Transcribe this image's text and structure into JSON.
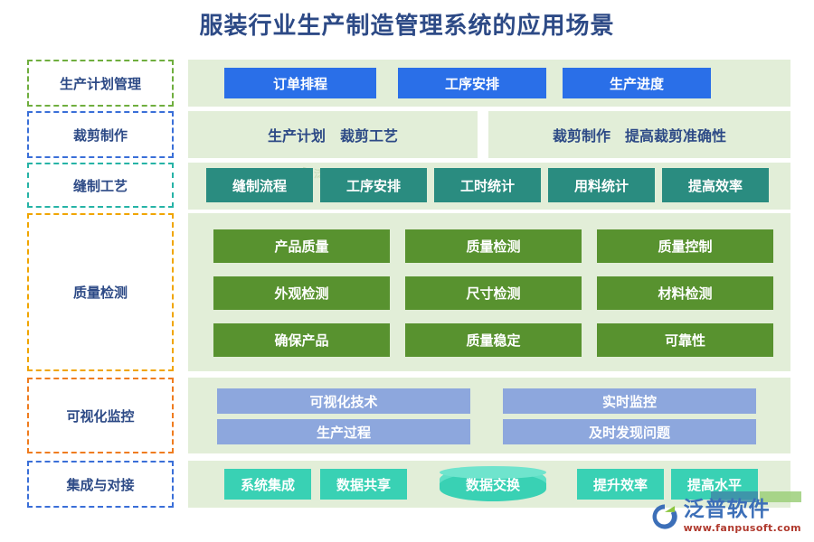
{
  "title": "服装行业生产制造管理系统的应用场景",
  "colors": {
    "title": "#2d4a86",
    "blue": "#2a6fe8",
    "teal": "#2a8c80",
    "green": "#58922f",
    "periwinkle": "#8da7dd",
    "mint": "#39d1b4",
    "panel_bg": "#e2eed8",
    "label_text": "#2d4a86",
    "border_green": "#6fae3e",
    "border_blue": "#3a6fd8",
    "border_teal": "#26b3a6",
    "border_orange": "#f0a500",
    "border_orange2": "#ef7c1f"
  },
  "rows": [
    {
      "label": "生产计划管理",
      "border_color": "#6fae3e",
      "items": [
        "订单排程",
        "工序安排",
        "生产进度"
      ]
    },
    {
      "label": "裁剪制作",
      "border_color": "#3a6fd8",
      "items": [
        "生产计划　裁剪工艺",
        "裁剪制作　提高裁剪准确性"
      ]
    },
    {
      "label": "缝制工艺",
      "border_color": "#26b3a6",
      "items": [
        "缝制流程",
        "工序安排",
        "工时统计",
        "用料统计",
        "提高效率"
      ]
    },
    {
      "label": "质量检测",
      "border_color": "#f0a500",
      "items": [
        "产品质量",
        "质量检测",
        "质量控制",
        "外观检测",
        "尺寸检测",
        "材料检测",
        "确保产品",
        "质量稳定",
        "可靠性"
      ]
    },
    {
      "label": "可视化监控",
      "border_color": "#ef7c1f",
      "items": [
        "可视化技术",
        "实时监控",
        "生产过程",
        "及时发现问题"
      ]
    },
    {
      "label": "集成与对接",
      "border_color": "#3a6fd8",
      "items": [
        "系统集成",
        "数据共享",
        "数据交换",
        "提升效率",
        "提高水平"
      ]
    }
  ],
  "watermarks": [
    {
      "text": "泛普软件"
    },
    {
      "text": "泛普软件"
    }
  ],
  "logo": {
    "name": "泛普软件",
    "url": "www.fanpusoft.com"
  }
}
